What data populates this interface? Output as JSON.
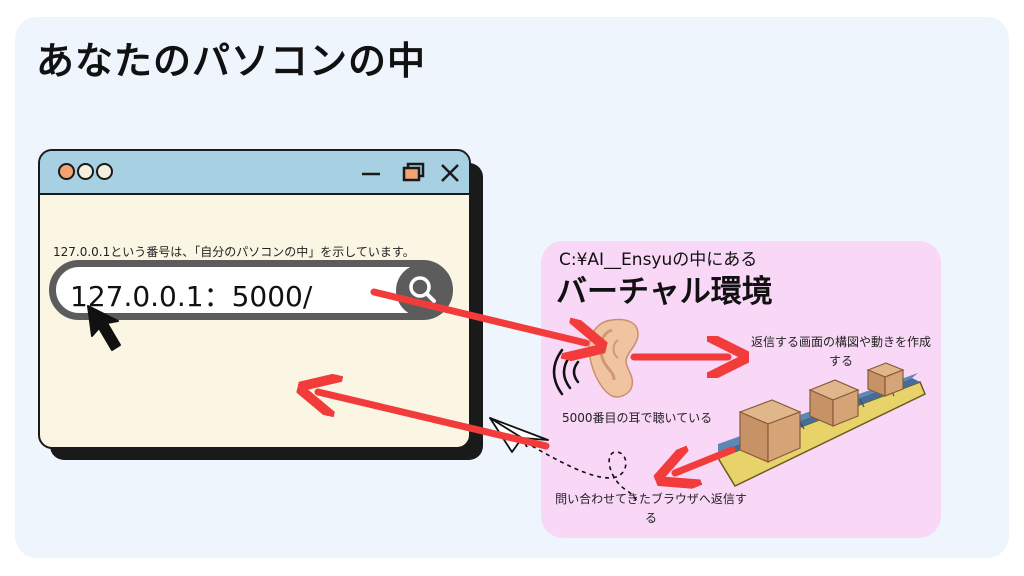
{
  "title": "あなたのパソコンの中",
  "browser": {
    "info_text": "127.0.0.1という番号は、「自分のパソコンの中」を示しています。",
    "address_value": "127.0.0.1：5000/",
    "window_controls": [
      "minimize-icon",
      "restore-icon",
      "close-icon"
    ]
  },
  "virtual_env": {
    "subtitle": "C:¥AI__Ensyuの中にある",
    "title": "バーチャル環境",
    "listen_text": "5000番目の耳で聴いている",
    "create_text": "返信する画面の構図や動きを作成する",
    "return_text": "問い合わせてきたブラウザへ返信する"
  },
  "colors": {
    "background": "#eef5fc",
    "window_bar": "#a7d0e3",
    "window_body": "#fbf6e3",
    "panel": "#f9d7f7",
    "arrow": "#f23b3b"
  }
}
